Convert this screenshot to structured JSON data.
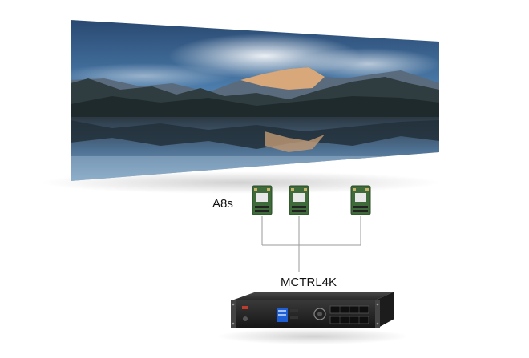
{
  "diagram": {
    "receiver_label": "A8s",
    "controller_label": "MCTRL4K",
    "receiver_count": 3
  },
  "colors": {
    "connector_line": "#9a9a9a",
    "board_green": "#3f6b3a",
    "controller_body": "#2b2b2b",
    "controller_screen": "#1e5fd6"
  },
  "icons": {
    "screen": "led-screen-icon",
    "receiver": "receiving-card-icon",
    "controller": "led-controller-icon"
  }
}
